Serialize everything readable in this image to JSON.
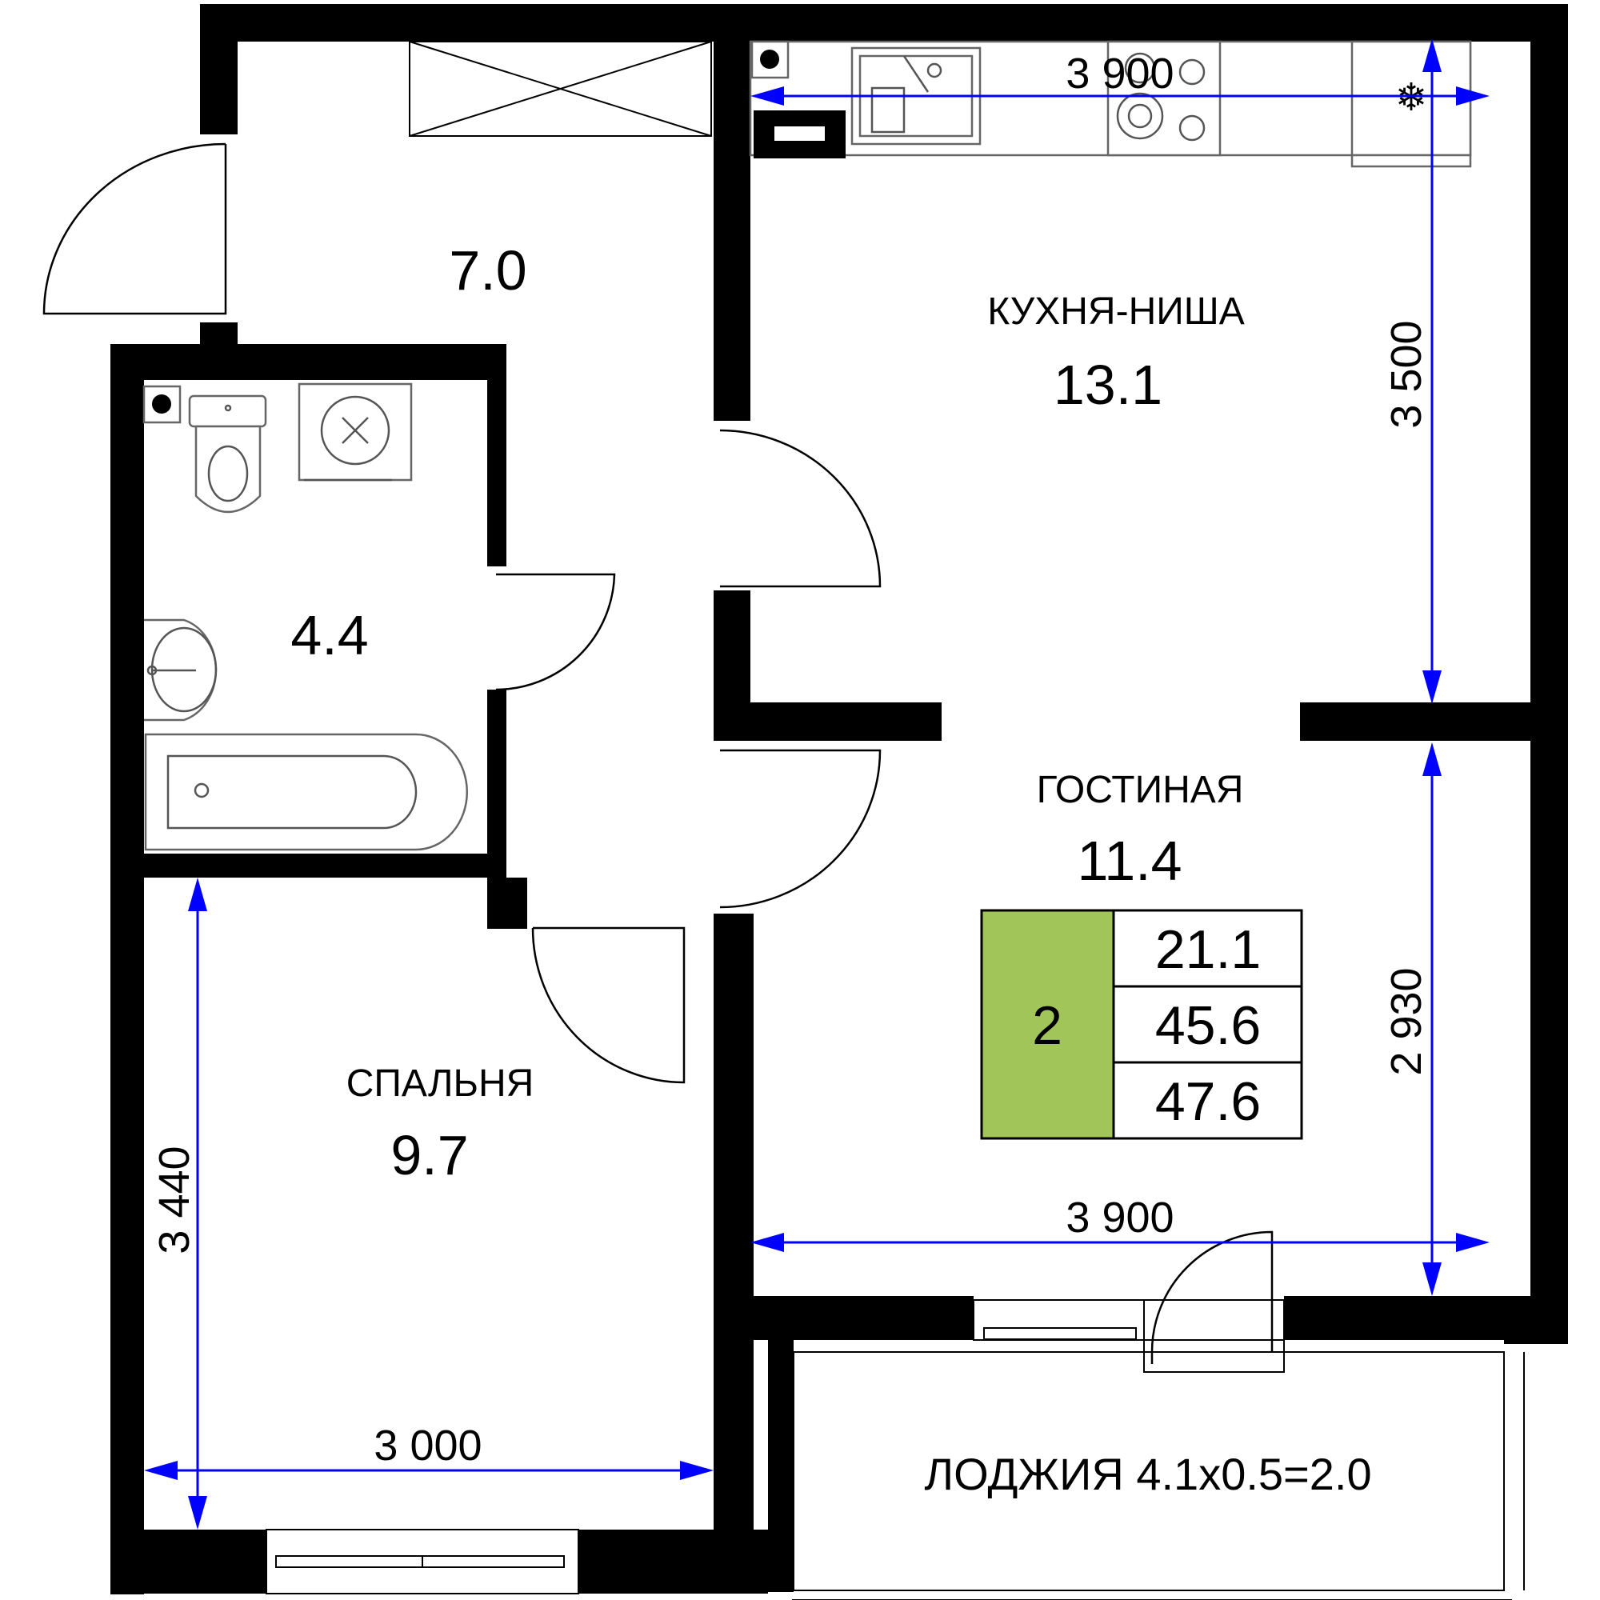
{
  "rooms": {
    "hallway": {
      "area": "7.0"
    },
    "bathroom": {
      "area": "4.4"
    },
    "kitchen": {
      "name": "КУХНЯ-НИША",
      "area": "13.1"
    },
    "living": {
      "name": "ГОСТИНАЯ",
      "area": "11.4"
    },
    "bedroom": {
      "name": "СПАЛЬНЯ",
      "area": "9.7"
    },
    "loggia": {
      "label": "ЛОДЖИЯ 4.1х0.5=2.0"
    }
  },
  "dimensions": {
    "kitchen_width": "3 900",
    "kitchen_depth": "3 500",
    "living_depth": "2 930",
    "living_width": "3 900",
    "bedroom_depth": "3 440",
    "bedroom_width": "3 000"
  },
  "summary": {
    "rooms_count": "2",
    "living_area": "21.1",
    "total_area": "45.6",
    "total_with_loggia": "47.6",
    "accent_color": "#a1c558"
  },
  "colors": {
    "dimension": "#0000ff",
    "wall": "#000000"
  },
  "icons": [
    "snowflake-icon",
    "sink-icon",
    "stove-icon",
    "toilet-icon",
    "washing-machine-icon",
    "bathtub-icon",
    "washbasin-icon",
    "riser-icon"
  ]
}
